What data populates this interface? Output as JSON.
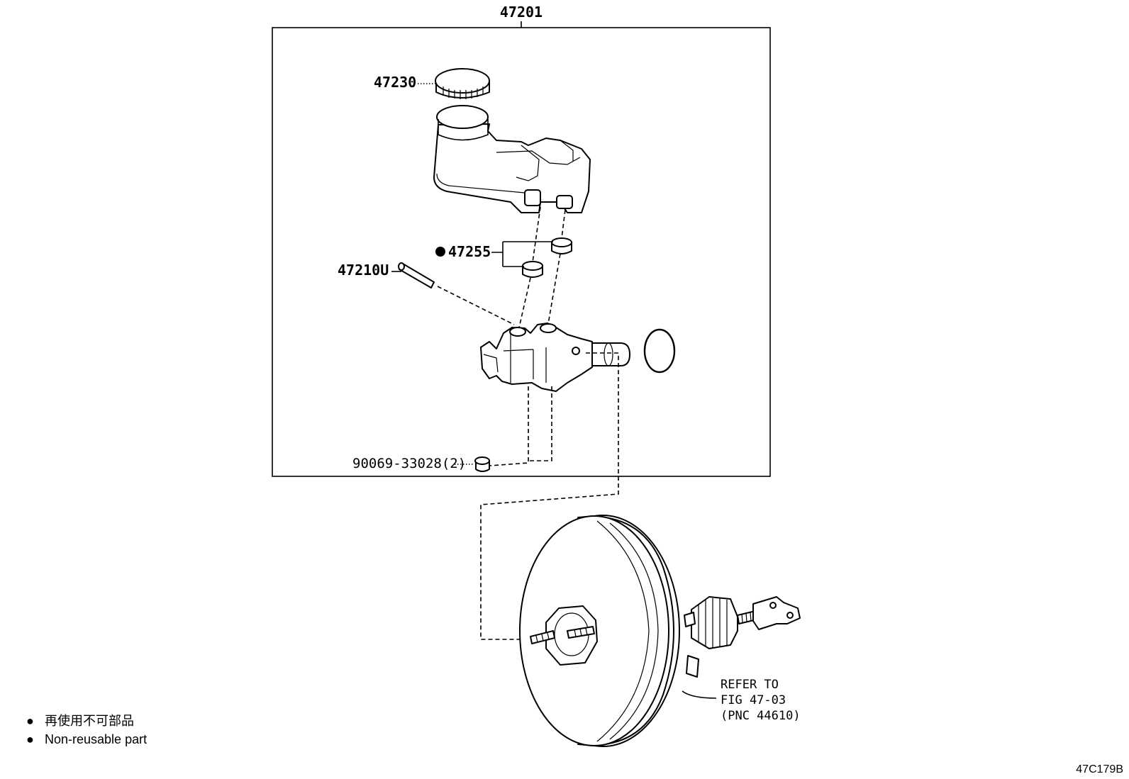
{
  "assembly": {
    "number": "47201"
  },
  "parts": {
    "cap": "47230",
    "grommet": "47255",
    "pin": "47210U",
    "bolt": "90069-33028(2)"
  },
  "reference": {
    "line1": "REFER TO",
    "line2": "FIG 47-03",
    "line3": "(PNC 44610)"
  },
  "legend": {
    "items": [
      {
        "symbol": "●",
        "text": "再使用不可部品"
      },
      {
        "symbol": "●",
        "text": "Non-reusable part"
      }
    ]
  },
  "figure_code": "47C179B"
}
